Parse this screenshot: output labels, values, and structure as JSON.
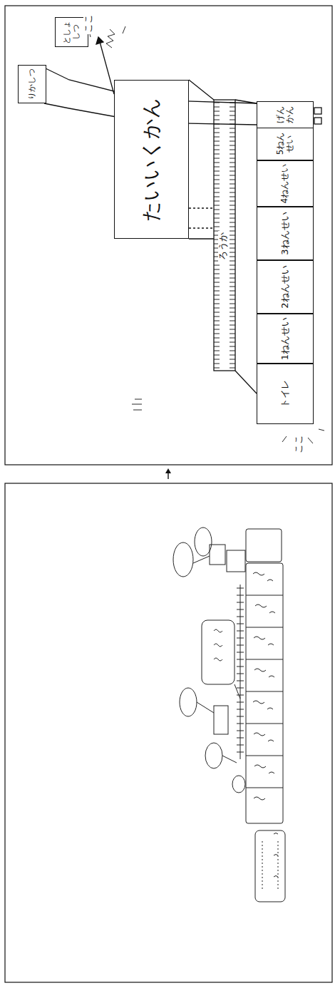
{
  "diagram": {
    "nodes": [
      {
        "text": [
          "たいいくかん"
        ]
      },
      {
        "text": [
          "トイレ"
        ]
      },
      {
        "text": [
          "1ねんせい"
        ]
      },
      {
        "text": [
          "2ねんせい"
        ]
      },
      {
        "text": [
          "3ねんせい"
        ]
      },
      {
        "text": [
          "4ねんせい"
        ]
      },
      {
        "text": [
          "5ねんせい"
        ]
      },
      {
        "text": [
          "げんかん"
        ]
      },
      {
        "text": [
          "りかしつ"
        ]
      },
      {
        "text": [
          "としょしつ"
        ]
      }
    ],
    "labels": [
      "ろうか",
      "ここ",
      "ここ"
    ]
  }
}
